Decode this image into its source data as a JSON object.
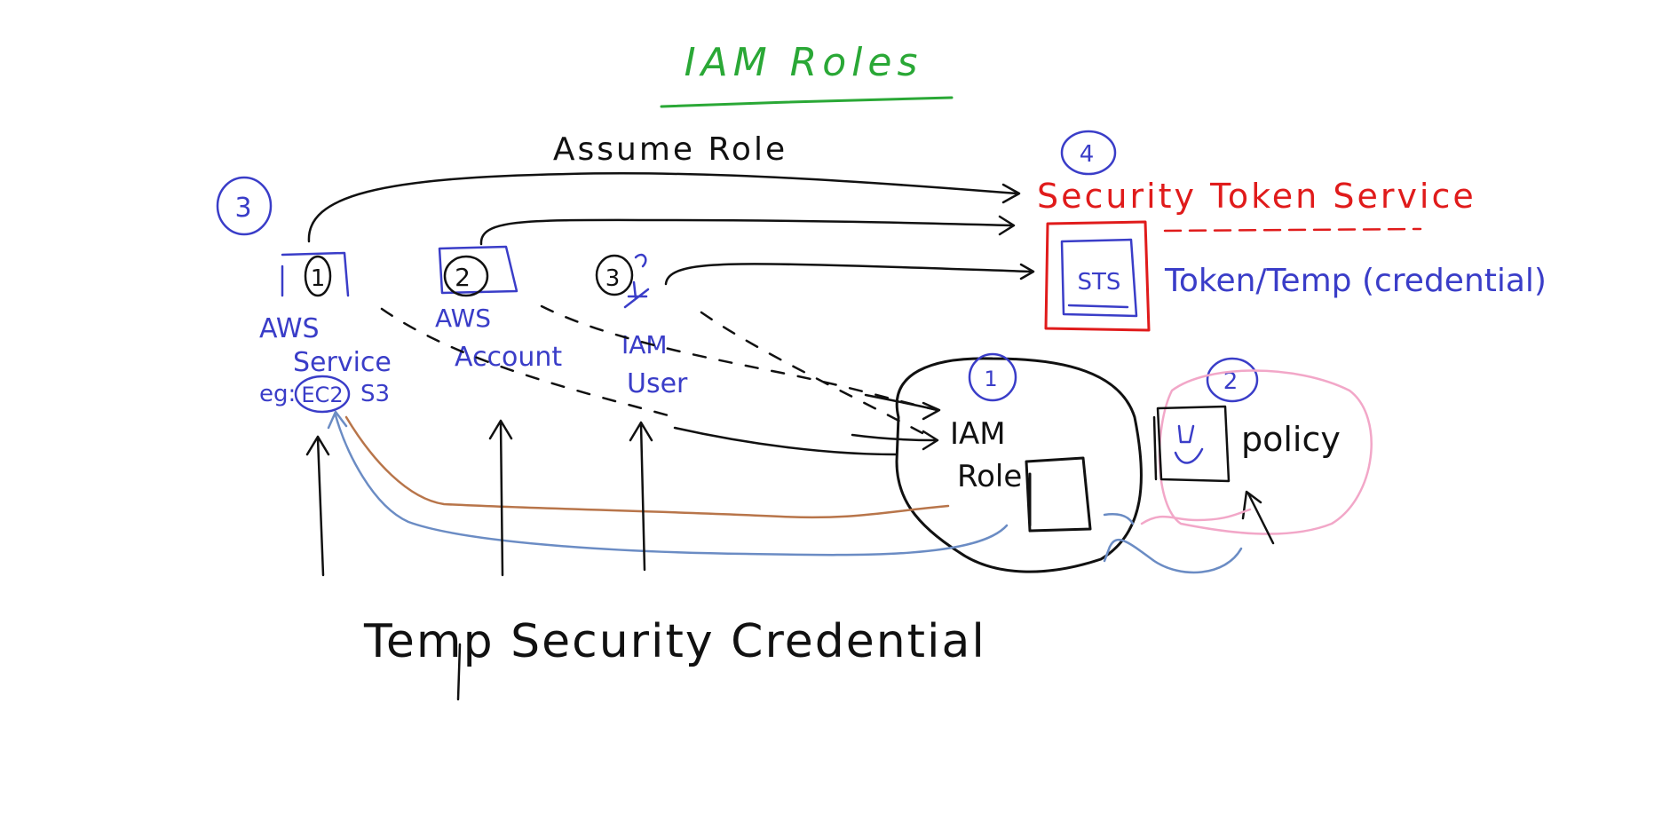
{
  "title": "IAM Roles",
  "assume_role_label": "Assume Role",
  "sts": {
    "number": "4",
    "title": "Security Token Service",
    "box_label": "STS",
    "token_label": "Token/Temp (credential)"
  },
  "principals": [
    {
      "number": "1",
      "label_line1": "AWS",
      "label_line2": "Service",
      "example_prefix": "eg:",
      "example_main": "EC2",
      "example_extra": "S3"
    },
    {
      "number": "2",
      "label_line1": "AWS",
      "label_line2": "Account"
    },
    {
      "number": "3",
      "label_line1": "IAM",
      "label_line2": "User"
    }
  ],
  "principals_group_number": "3",
  "iam_role": {
    "number": "1",
    "label_line1": "IAM",
    "label_line2": "Role"
  },
  "policy": {
    "number": "2",
    "label": "policy"
  },
  "temp_credential_label": "Temp Security Credential",
  "colors": {
    "title": "#2aa836",
    "black": "#111111",
    "blue": "#3a3dc8",
    "red": "#e01b1b",
    "pink": "#f2a7c8",
    "brown": "#b8754a",
    "steel_blue": "#6b8cc4"
  }
}
